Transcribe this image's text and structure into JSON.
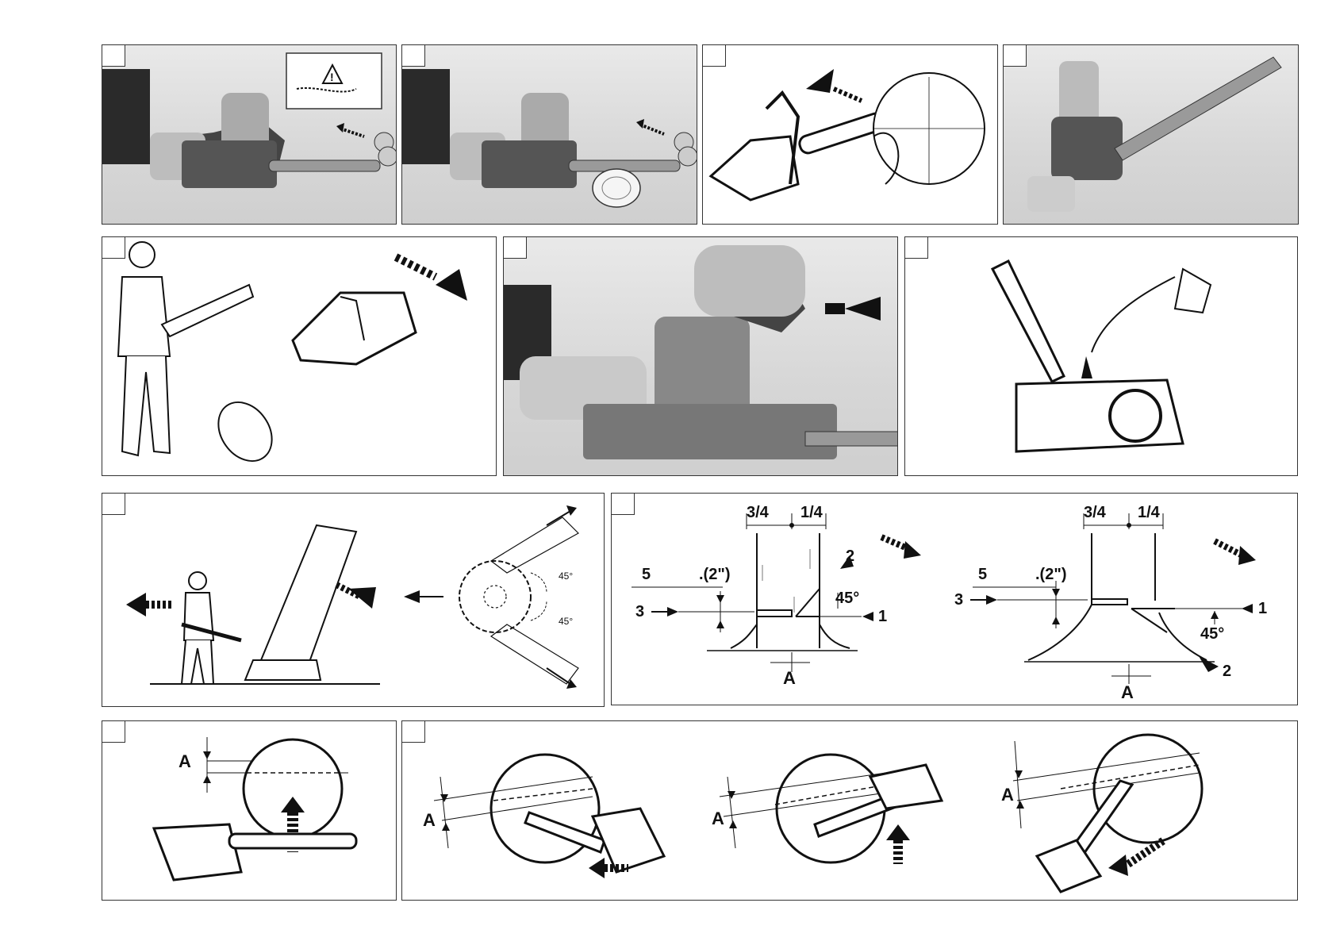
{
  "felling": {
    "ratio_left": "3/4",
    "ratio_right": "1/4",
    "depth_label": ".(2\")",
    "num_5": "5",
    "num_3": "3",
    "num_2": "2",
    "num_1": "1",
    "angle": "45°",
    "dim_A": "A"
  },
  "retreat": {
    "angle_top": "45°",
    "angle_bottom": "45°"
  },
  "bucking": {
    "dim_A": "A"
  },
  "colors": {
    "ink": "#111111",
    "photo_bg": "#dcdcdc",
    "border": "#333333"
  }
}
